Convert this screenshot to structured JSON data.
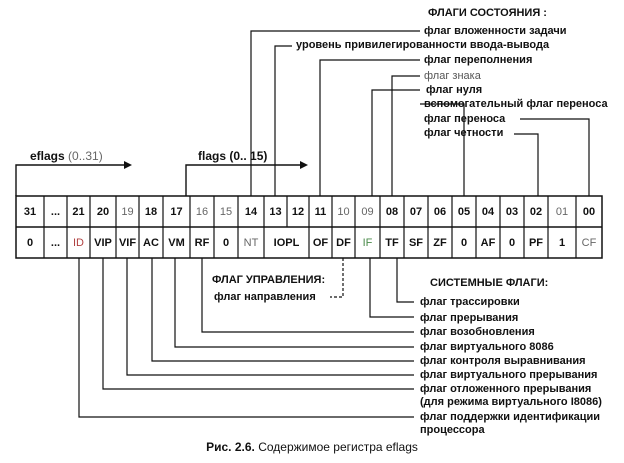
{
  "bits": [
    "31",
    "...",
    "21",
    "20",
    "19",
    "18",
    "17",
    "16",
    "15",
    "14",
    "13",
    "12",
    "11",
    "10",
    "09",
    "08",
    "07",
    "06",
    "05",
    "04",
    "03",
    "02",
    "01",
    "00"
  ],
  "flags": [
    "0",
    "...",
    "ID",
    "VIP",
    "VIF",
    "AC",
    "VM",
    "RF",
    "0",
    "NT",
    "IOPL",
    "OF",
    "DF",
    "IF",
    "TF",
    "SF",
    "ZF",
    "0",
    "AF",
    "0",
    "PF",
    "1",
    "CF"
  ],
  "range_full": {
    "name": "eflags",
    "range": "(0..31)"
  },
  "range_low": {
    "name": "flags",
    "range": "(0.. 15)"
  },
  "status": {
    "title": "ФЛАГИ СОСТОЯНИЯ :",
    "items": [
      "флаг вложенности задачи",
      "уровень привилегированности ввода-вывода",
      "флаг переполнения",
      "флаг знака",
      "флаг нуля",
      "вспомогательный флаг переноса",
      "флаг переноса",
      "флаг четности"
    ]
  },
  "control": {
    "title": "ФЛАГ УПРАВЛЕНИЯ:",
    "item": "флаг направления"
  },
  "system": {
    "title": "СИСТЕМНЫЕ ФЛАГИ:",
    "items": [
      "флаг трассировки",
      "флаг прерывания",
      "флаг возобновления",
      "флаг виртуального 8086",
      "флаг контроля выравнивания",
      "флаг виртуального прерывания",
      "флаг отложенного прерывания",
      "(для режима виртуального I8086)",
      "флаг поддержки идентификации",
      "процессора"
    ]
  },
  "caption": {
    "label": "Рис. 2.6.",
    "text": "Содержимое регистра eflags"
  },
  "colors": {
    "line": "#111111",
    "muted": "#666666",
    "green": "#4a8a4a",
    "red": "#b04040"
  }
}
